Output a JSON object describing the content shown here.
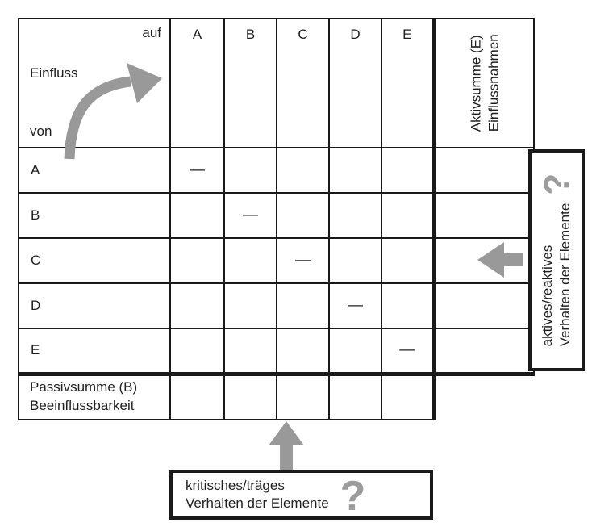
{
  "colors": {
    "line_black": "#1a1a1a",
    "arrow_gray": "#999999",
    "question_gray": "#9c9c9c"
  },
  "matrix": {
    "corner": {
      "auf": "auf",
      "einfluss": "Einfluss",
      "von": "von"
    },
    "column_headers": [
      "A",
      "B",
      "C",
      "D",
      "E"
    ],
    "active_sum": {
      "line1": "Aktivsumme (E)",
      "line2": "Einflussnahmen"
    },
    "passive_sum": {
      "line1": "Passivsumme (B)",
      "line2": "Beeinflussbarkeit"
    },
    "rows": [
      {
        "label": "A",
        "cells": [
          "—",
          "",
          "",
          "",
          ""
        ],
        "aktiv_sum": ""
      },
      {
        "label": "B",
        "cells": [
          "",
          "—",
          "",
          "",
          ""
        ],
        "aktiv_sum": ""
      },
      {
        "label": "C",
        "cells": [
          "",
          "",
          "—",
          "",
          ""
        ],
        "aktiv_sum": ""
      },
      {
        "label": "D",
        "cells": [
          "",
          "",
          "",
          "—",
          ""
        ],
        "aktiv_sum": ""
      },
      {
        "label": "E",
        "cells": [
          "",
          "",
          "",
          "",
          "—"
        ],
        "aktiv_sum": ""
      }
    ],
    "passive_cells": [
      "",
      "",
      "",
      "",
      ""
    ]
  },
  "right_box": {
    "line1": "aktives/reaktives",
    "line2": "Verhalten der Elemente",
    "question_mark": "?"
  },
  "bottom_box": {
    "line1": "kritisches/träges",
    "line2": "Verhalten der Elemente",
    "question_mark": "?"
  }
}
